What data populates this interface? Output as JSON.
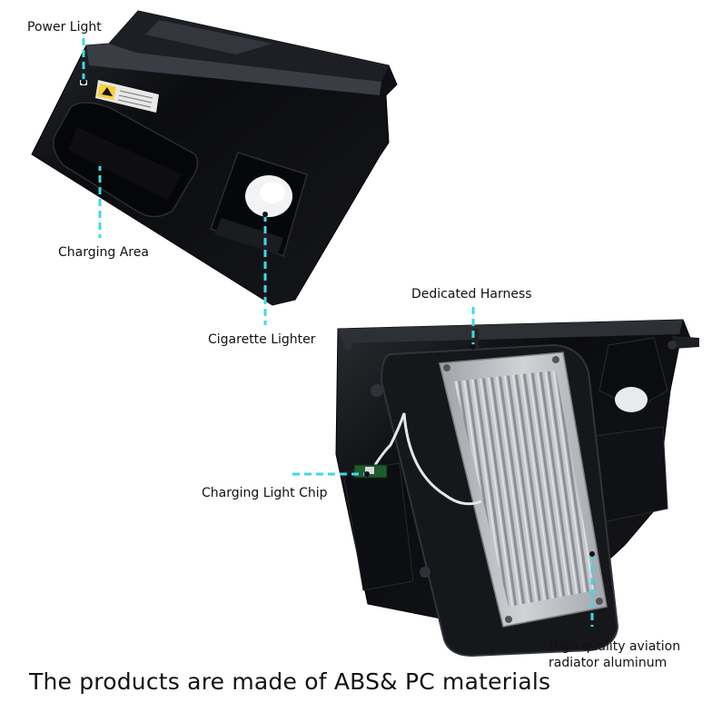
{
  "labels": {
    "power_light": "Power Light",
    "charging_area": "Charging Area",
    "cigarette_lighter": "Cigarette Lighter",
    "dedicated_harness": "Dedicated Harness",
    "charging_light_chip": "Charging Light Chip",
    "aviation_line1": "High quality aviation",
    "aviation_line2": "radiator aluminum"
  },
  "caption": "The products are made of ABS& PC materials",
  "colors": {
    "callout": "#3fd8e8",
    "panel": "#0c0d10",
    "aluminum": "#b9bcc0"
  },
  "icons": [
    "warning-sticker",
    "radiator-fins",
    "wire-harness"
  ]
}
